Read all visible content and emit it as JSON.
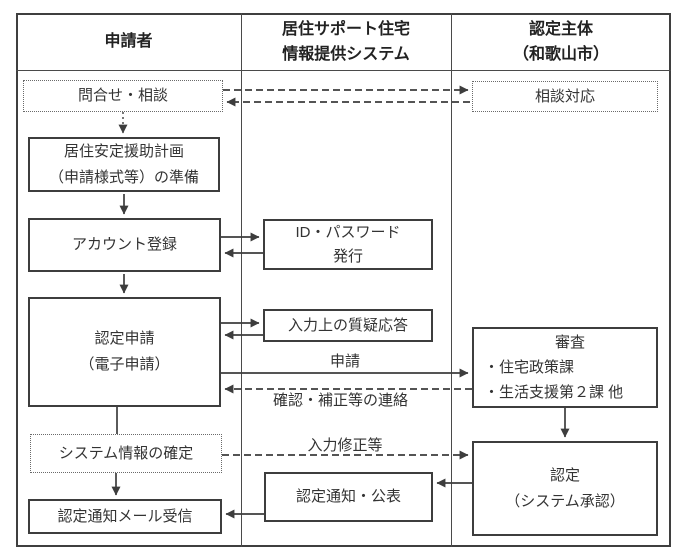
{
  "diagram": {
    "columns": {
      "applicant": "申請者",
      "system_line1": "居住サポート住宅",
      "system_line2": "情報提供システム",
      "authority_line1": "認定主体",
      "authority_line2": "（和歌山市）"
    },
    "applicant": {
      "inquiry": "問合せ・相談",
      "plan_line1": "居住安定援助計画",
      "plan_line2": "（申請様式等）の準備",
      "account": "アカウント登録",
      "application_line1": "認定申請",
      "application_line2": "（電子申請）",
      "system_confirm": "システム情報の確定",
      "mail_receive": "認定通知メール受信"
    },
    "system": {
      "id_issue_line1": "ID・パスワード",
      "id_issue_line2": "発行",
      "qa": "入力上の質疑応答",
      "notice_publish": "認定通知・公表"
    },
    "authority": {
      "consult": "相談対応",
      "review_title": "審査",
      "review_item1": "・住宅政策課",
      "review_item2": "・生活支援第２課 他",
      "approval_line1": "認定",
      "approval_line2": "（システム承認）"
    },
    "arrow_labels": {
      "apply": "申請",
      "confirm_contact": "確認・補正等の連絡",
      "input_fix": "入力修正等"
    },
    "colors": {
      "line": "#3d3d3d",
      "text": "#333333",
      "background": "#ffffff"
    }
  }
}
